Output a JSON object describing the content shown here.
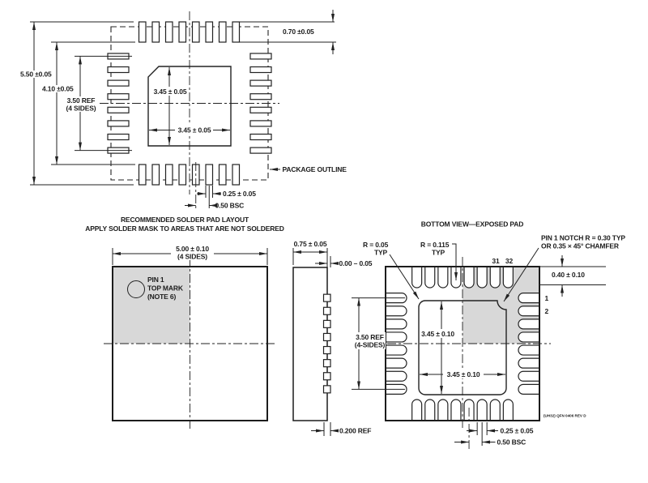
{
  "drawing": {
    "line_color": "#1c1c1c",
    "shade_color": "#d8d8d8",
    "solder_pad_layout": {
      "caption_line1": "RECOMMENDED SOLDER PAD LAYOUT",
      "caption_line2": "APPLY SOLDER MASK TO AREAS THAT ARE NOT SOLDERED",
      "dim_overall": "5.50 ±0.05",
      "dim_pad_span": "4.10 ±0.05",
      "dim_ref": "3.50 REF",
      "dim_ref_note": "(4 SIDES)",
      "dim_epad_vertical": "3.45 ± 0.05",
      "dim_epad_horizontal": "3.45 ± 0.05",
      "dim_pad_length": "0.70 ±0.05",
      "dim_pad_width": "0.25 ± 0.05",
      "dim_pad_pitch": "0.50 BSC",
      "package_outline_label": "PACKAGE OUTLINE"
    },
    "top_view": {
      "dim_size": "5.00 ± 0.10",
      "dim_size_note": "(4 SIDES)",
      "pin1_line1": "PIN 1",
      "pin1_line2": "TOP MARK",
      "pin1_line3": "(NOTE 6)"
    },
    "side_view": {
      "dim_height": "0.75 ± 0.05",
      "dim_standoff": "0.00 – 0.05",
      "dim_pad_thickness": "0.200 REF"
    },
    "bottom_view": {
      "title": "BOTTOM VIEW—EXPOSED PAD",
      "radius_small": "R = 0.05",
      "radius_small_typ": "TYP",
      "radius_large": "R = 0.115",
      "radius_large_typ": "TYP",
      "pin1_notch_line1": "PIN 1 NOTCH R = 0.30 TYP",
      "pin1_notch_line2": "OR 0.35 × 45° CHAMFER",
      "pin_31": "31",
      "pin_32": "32",
      "pin_1": "1",
      "pin_2": "2",
      "dim_edge": "0.40 ± 0.10",
      "dim_epad_vertical": "3.45 ± 0.10",
      "dim_epad_horizontal": "3.45 ± 0.10",
      "dim_ref": "3.50 REF",
      "dim_ref_note": "(4-SIDES)",
      "dim_pad_width": "0.25 ± 0.05",
      "dim_pad_pitch": "0.50 BSC",
      "rev_note": "(UH32) QFN 0406 REV D"
    }
  }
}
